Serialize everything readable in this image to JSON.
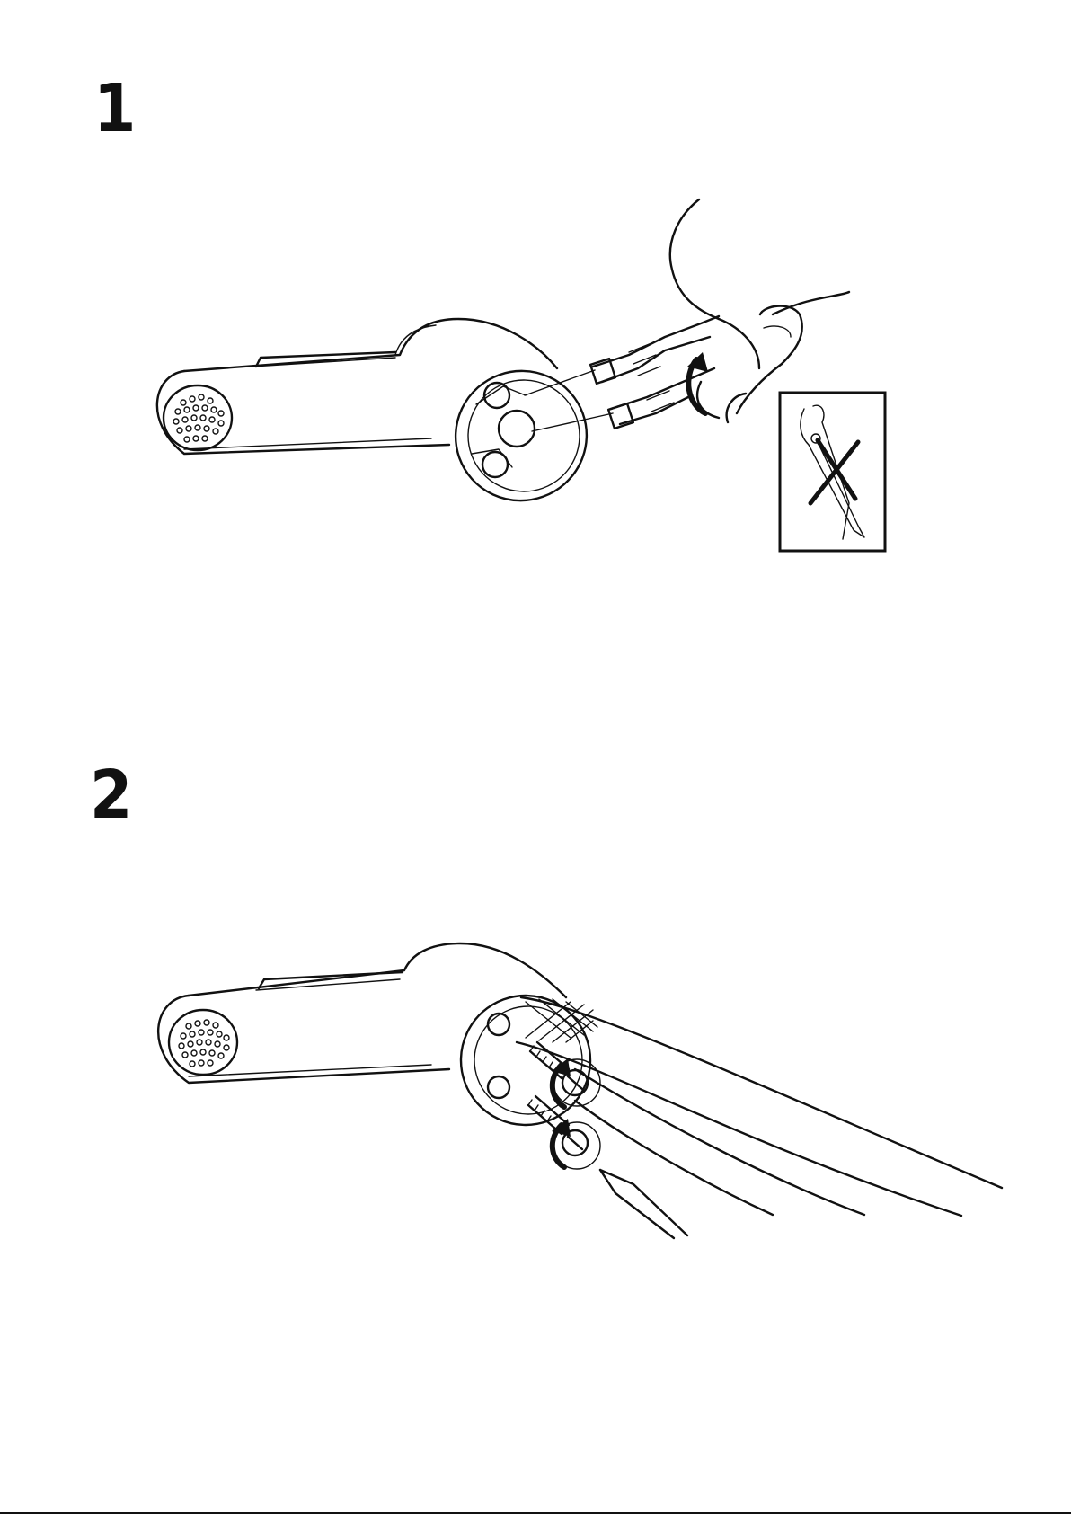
{
  "steps": [
    {
      "number": "1",
      "illustration": "faucet-hose-connection"
    },
    {
      "number": "2",
      "illustration": "faucet-hose-screw-tightening"
    }
  ],
  "icons": {
    "no_pliers": "no-pliers-icon",
    "rotation": "rotation-arrow-icon",
    "screwdriver": "screwdriver-icon"
  },
  "colors": {
    "ink": "#111111",
    "paper": "#ffffff"
  }
}
